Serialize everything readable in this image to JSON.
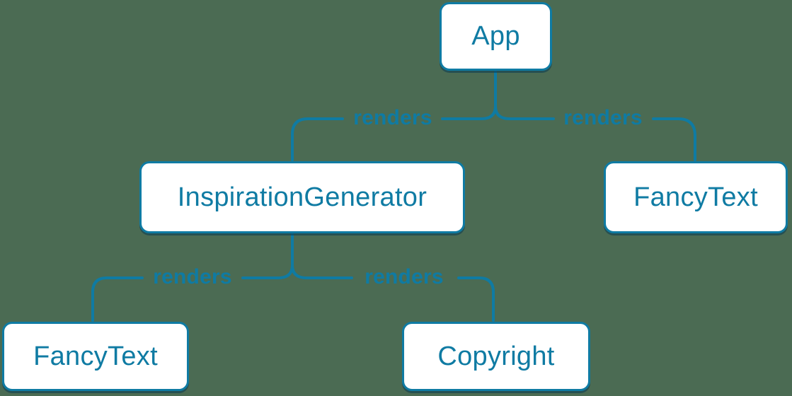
{
  "diagram": {
    "type": "component-render-tree",
    "background_color": "#4b6b53",
    "accent_color": "#0f7ba3",
    "box_fill_color": "#ffffff",
    "shadow_color": "rgba(10, 58, 82, 0.55)",
    "nodes": [
      {
        "id": "app",
        "label": "App"
      },
      {
        "id": "inspiration-generator",
        "label": "InspirationGenerator"
      },
      {
        "id": "fancy-text-right",
        "label": "FancyText"
      },
      {
        "id": "fancy-text-left",
        "label": "FancyText"
      },
      {
        "id": "copyright",
        "label": "Copyright"
      }
    ],
    "edges": [
      {
        "from": "App",
        "to": "InspirationGenerator",
        "label": "renders"
      },
      {
        "from": "App",
        "to": "FancyText",
        "label": "renders"
      },
      {
        "from": "InspirationGenerator",
        "to": "FancyText",
        "label": "renders"
      },
      {
        "from": "InspirationGenerator",
        "to": "Copyright",
        "label": "renders"
      }
    ]
  }
}
